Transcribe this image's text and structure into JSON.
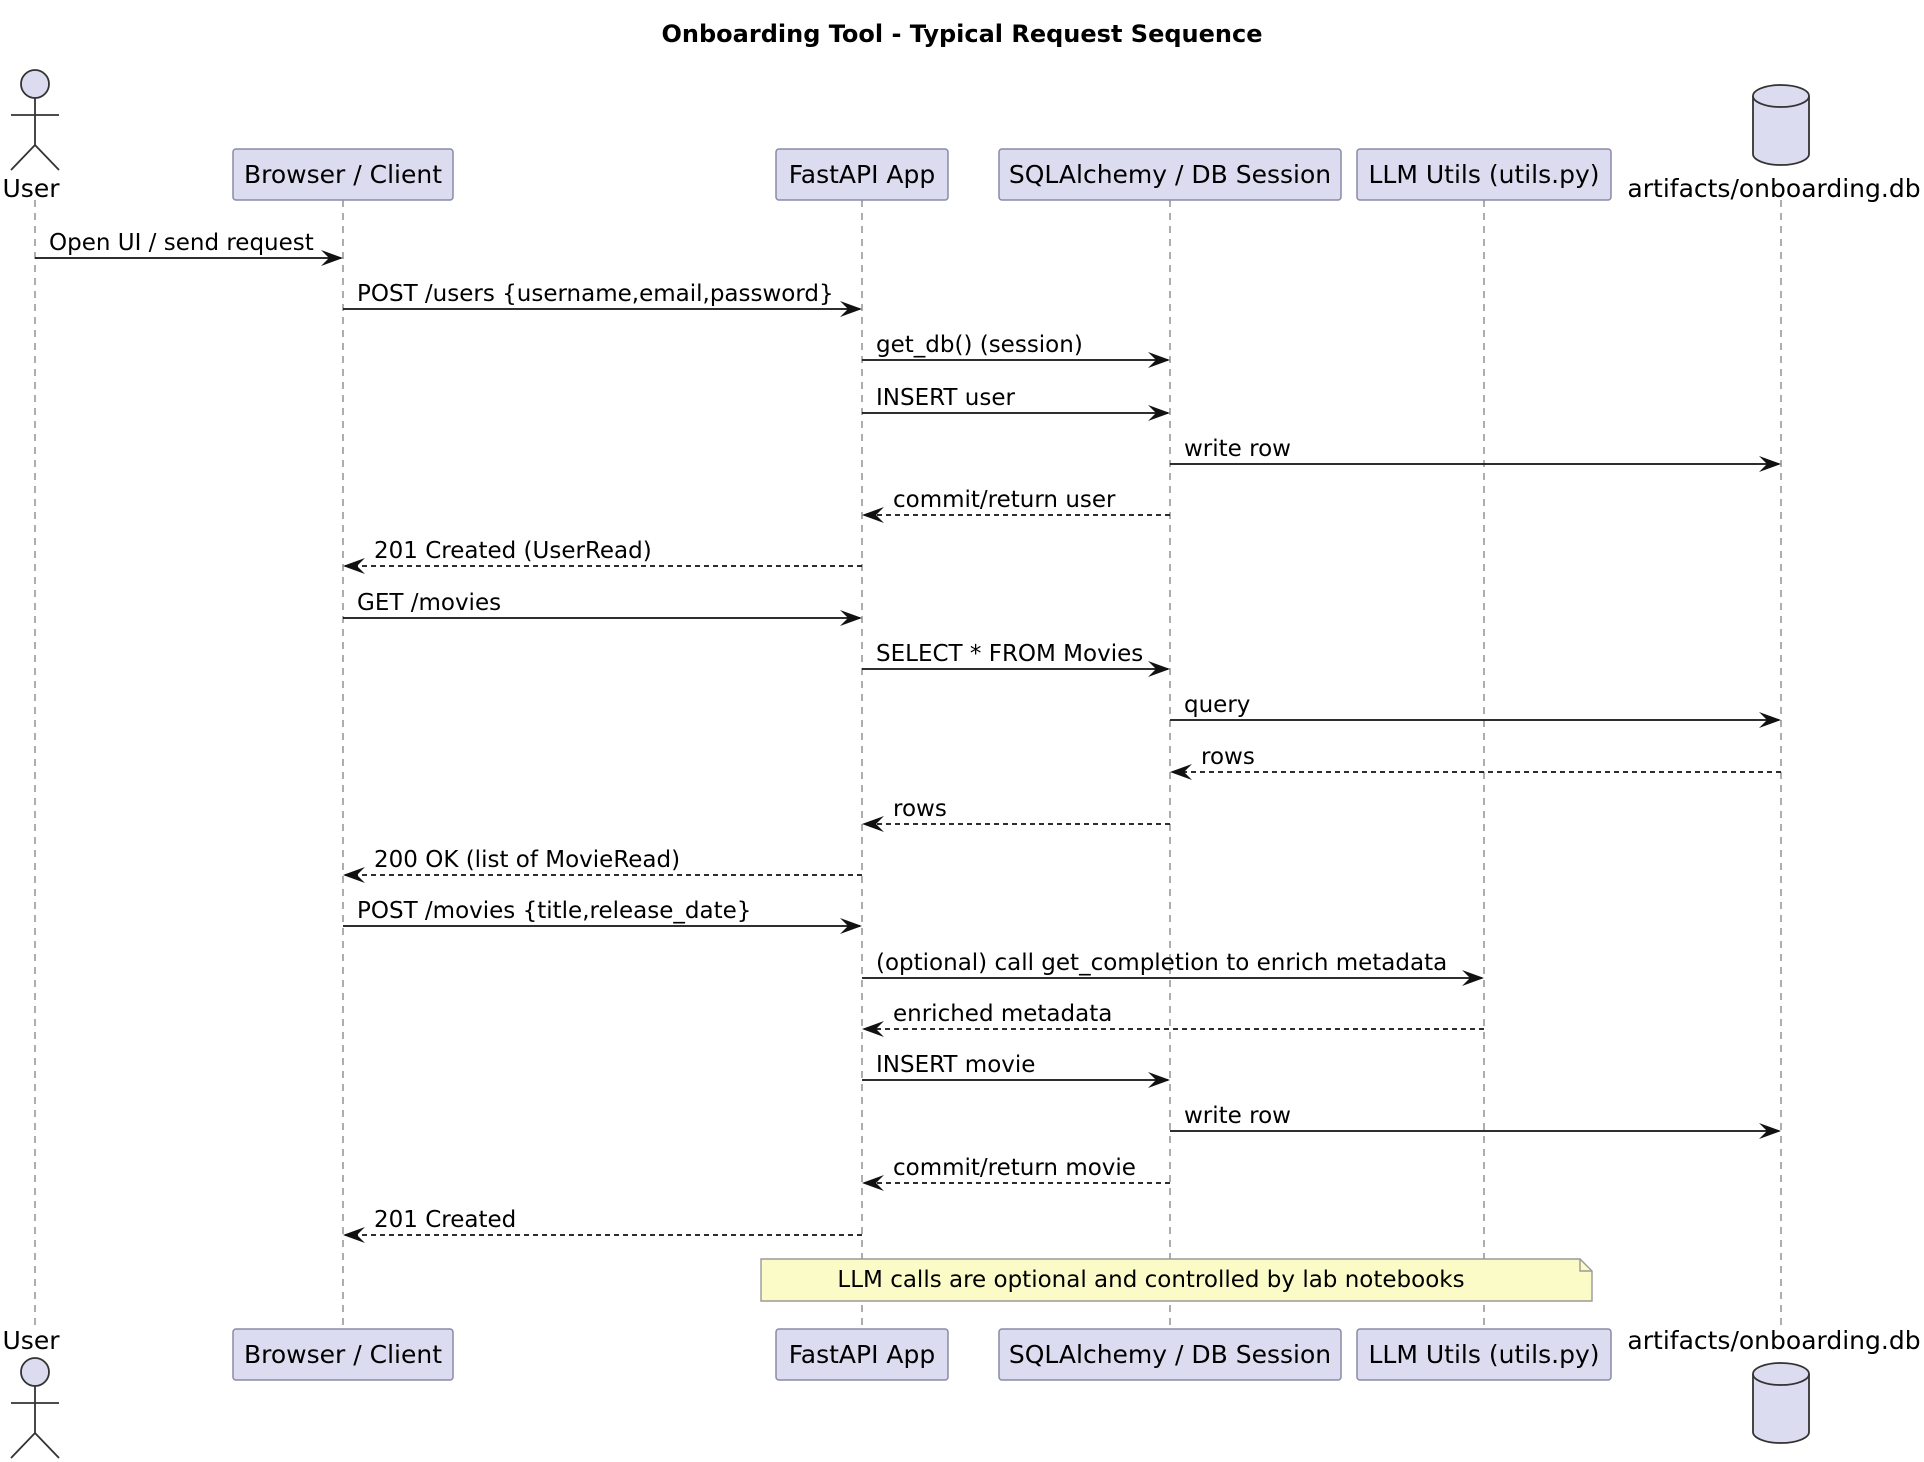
{
  "title": "Onboarding Tool - Typical Request Sequence",
  "participants": [
    {
      "id": "user",
      "label": "User",
      "kind": "actor"
    },
    {
      "id": "browser",
      "label": "Browser / Client",
      "kind": "participant"
    },
    {
      "id": "fastapi",
      "label": "FastAPI App",
      "kind": "participant"
    },
    {
      "id": "sqlalchemy",
      "label": "SQLAlchemy / DB Session",
      "kind": "participant"
    },
    {
      "id": "llm",
      "label": "LLM Utils (utils.py)",
      "kind": "participant"
    },
    {
      "id": "db",
      "label": "artifacts/onboarding.db",
      "kind": "database"
    }
  ],
  "messages": [
    {
      "from": "user",
      "to": "browser",
      "label": "Open UI / send request",
      "style": "solid"
    },
    {
      "from": "browser",
      "to": "fastapi",
      "label": "POST /users {username,email,password}",
      "style": "solid"
    },
    {
      "from": "fastapi",
      "to": "sqlalchemy",
      "label": "get_db() (session)",
      "style": "solid"
    },
    {
      "from": "fastapi",
      "to": "sqlalchemy",
      "label": "INSERT user",
      "style": "solid"
    },
    {
      "from": "sqlalchemy",
      "to": "db",
      "label": "write row",
      "style": "solid"
    },
    {
      "from": "sqlalchemy",
      "to": "fastapi",
      "label": "commit/return user",
      "style": "dashed"
    },
    {
      "from": "fastapi",
      "to": "browser",
      "label": "201 Created (UserRead)",
      "style": "dashed"
    },
    {
      "from": "browser",
      "to": "fastapi",
      "label": "GET /movies",
      "style": "solid"
    },
    {
      "from": "fastapi",
      "to": "sqlalchemy",
      "label": "SELECT * FROM Movies",
      "style": "solid"
    },
    {
      "from": "sqlalchemy",
      "to": "db",
      "label": "query",
      "style": "solid"
    },
    {
      "from": "db",
      "to": "sqlalchemy",
      "label": "rows",
      "style": "dashed"
    },
    {
      "from": "sqlalchemy",
      "to": "fastapi",
      "label": "rows",
      "style": "dashed"
    },
    {
      "from": "fastapi",
      "to": "browser",
      "label": "200 OK (list of MovieRead)",
      "style": "dashed"
    },
    {
      "from": "browser",
      "to": "fastapi",
      "label": "POST /movies {title,release_date}",
      "style": "solid"
    },
    {
      "from": "fastapi",
      "to": "llm",
      "label": "(optional) call get_completion to enrich metadata",
      "style": "solid"
    },
    {
      "from": "llm",
      "to": "fastapi",
      "label": "enriched metadata",
      "style": "dashed"
    },
    {
      "from": "fastapi",
      "to": "sqlalchemy",
      "label": "INSERT movie",
      "style": "solid"
    },
    {
      "from": "sqlalchemy",
      "to": "db",
      "label": "write row",
      "style": "solid"
    },
    {
      "from": "sqlalchemy",
      "to": "fastapi",
      "label": "commit/return movie",
      "style": "dashed"
    },
    {
      "from": "fastapi",
      "to": "browser",
      "label": "201 Created",
      "style": "dashed"
    }
  ],
  "note": {
    "text": "LLM calls are optional and controlled by lab notebooks"
  },
  "colors": {
    "participant_fill": "#dcdcf0",
    "note_fill": "#fbfbc8",
    "line": "#111111"
  }
}
